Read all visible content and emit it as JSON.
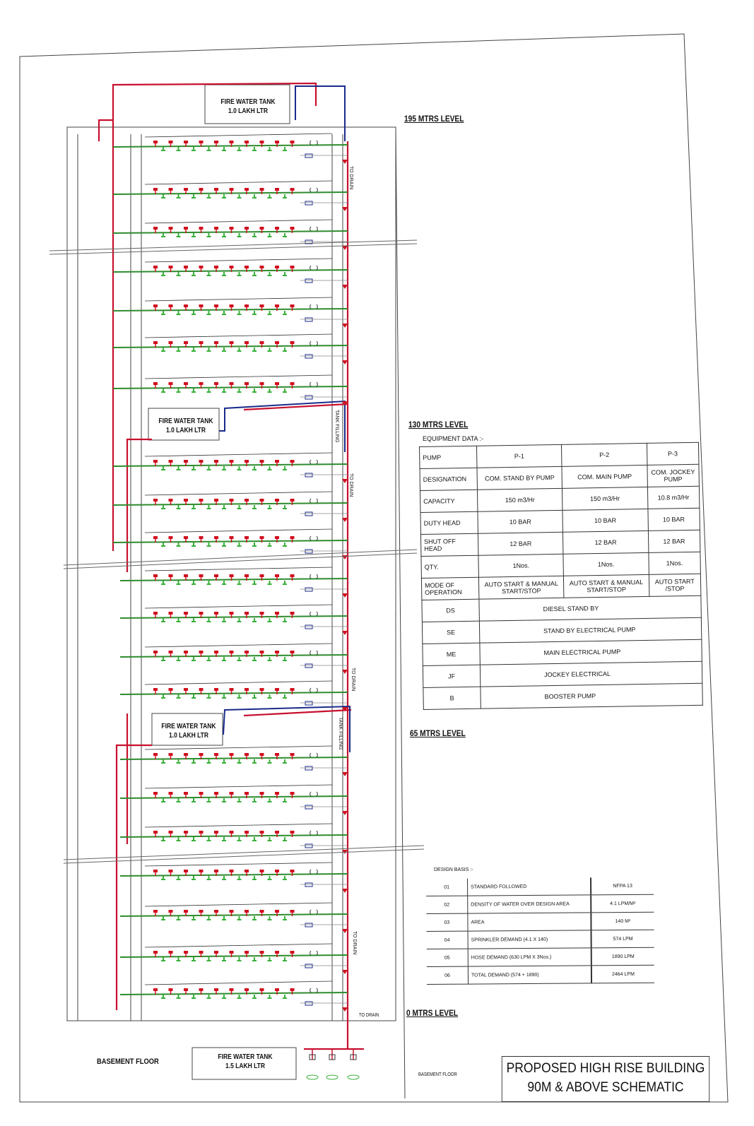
{
  "levels": {
    "l195": "195 MTRS LEVEL",
    "l130": "130 MTRS LEVEL",
    "l65": "65 MTRS LEVEL",
    "l0": "0 MTRS LEVEL"
  },
  "tanks": {
    "top": {
      "name": "FIRE WATER TANK",
      "capacity": "1.0 LAKH LTR"
    },
    "mid_upper": {
      "name": "FIRE WATER TANK",
      "capacity": "1.0 LAKH LTR"
    },
    "mid_lower": {
      "name": "FIRE WATER TANK",
      "capacity": "1.0 LAKH LTR"
    },
    "basement": {
      "name": "FIRE WATER TANK",
      "capacity": "1.5 LAKH LTR"
    }
  },
  "basement_label": "BASEMENT FLOOR",
  "basement_label_small": "BASEMENT FLOOR",
  "drain_label": "TO DRAIN",
  "riser_labels": {
    "drain1": "TO DRAIN",
    "drain2": "TO DRAIN",
    "drain3": "TO DRAIN",
    "drain4": "TO DRAIN",
    "tank_fill1": "TANK FILLING",
    "tank_fill2": "TANK FILLING"
  },
  "equipment": {
    "caption": "EQUIPMENT DATA :-",
    "pump_label": "PUMP",
    "columns": [
      "P-1",
      "P-2",
      "P-3"
    ],
    "rows": [
      {
        "label": "DESIGNATION",
        "values": [
          "COM. STAND BY PUMP",
          "COM. MAIN PUMP",
          "COM. JOCKEY PUMP"
        ]
      },
      {
        "label": "CAPACITY",
        "values": [
          "150 m3/Hr",
          "150 m3/Hr",
          "10.8 m3/Hr"
        ]
      },
      {
        "label": "DUTY HEAD",
        "values": [
          "10 BAR",
          "10 BAR",
          "10 BAR"
        ]
      },
      {
        "label": "SHUT OFF HEAD",
        "values": [
          "12 BAR",
          "12 BAR",
          "12 BAR"
        ]
      },
      {
        "label": "QTY.",
        "values": [
          "1Nos.",
          "1Nos.",
          "1Nos."
        ]
      },
      {
        "label": "MODE OF OPERATION",
        "values": [
          "AUTO START & MANUAL START/STOP",
          "AUTO START & MANUAL START/STOP",
          "AUTO START /STOP"
        ]
      }
    ],
    "legend": [
      {
        "code": "DS",
        "desc": "DIESEL STAND BY"
      },
      {
        "code": "SE",
        "desc": "STAND BY ELECTRICAL PUMP"
      },
      {
        "code": "ME",
        "desc": "MAIN ELECTRICAL PUMP"
      },
      {
        "code": "JF",
        "desc": "JOCKEY ELECTRICAL"
      },
      {
        "code": "B",
        "desc": "BOOSTER PUMP"
      }
    ]
  },
  "design_basis": {
    "caption": "DESIGN BASIS :-",
    "rows": [
      {
        "no": "01",
        "item": "STANDARD FOLLOWED",
        "value": "NFPA 13"
      },
      {
        "no": "02",
        "item": "DENSITY OF WATER OVER DESIGN AREA",
        "value": "4.1 LPM/M²"
      },
      {
        "no": "03",
        "item": "AREA",
        "value": "140 M²"
      },
      {
        "no": "04",
        "item": "SPRINKLER DEMAND (4.1 X 140)",
        "value": "574 LPM"
      },
      {
        "no": "05",
        "item": "HOSE DEMAND (630 LPM X 3Nos.)",
        "value": "1890 LPM"
      },
      {
        "no": "06",
        "item": "TOTAL DEMAND (574 + 1890)",
        "value": "2464 LPM"
      }
    ]
  },
  "title": {
    "line1": "PROPOSED HIGH RISE BUILDING",
    "line2": "90M & ABOVE SCHEMATIC"
  },
  "colors": {
    "riser": "#c8102e",
    "branch": "#2e8b2e",
    "sprinkler_up": "#d0101e",
    "sprinkler_down": "#3ab03a",
    "line": "#333333",
    "valve": "#1a2a8a"
  }
}
